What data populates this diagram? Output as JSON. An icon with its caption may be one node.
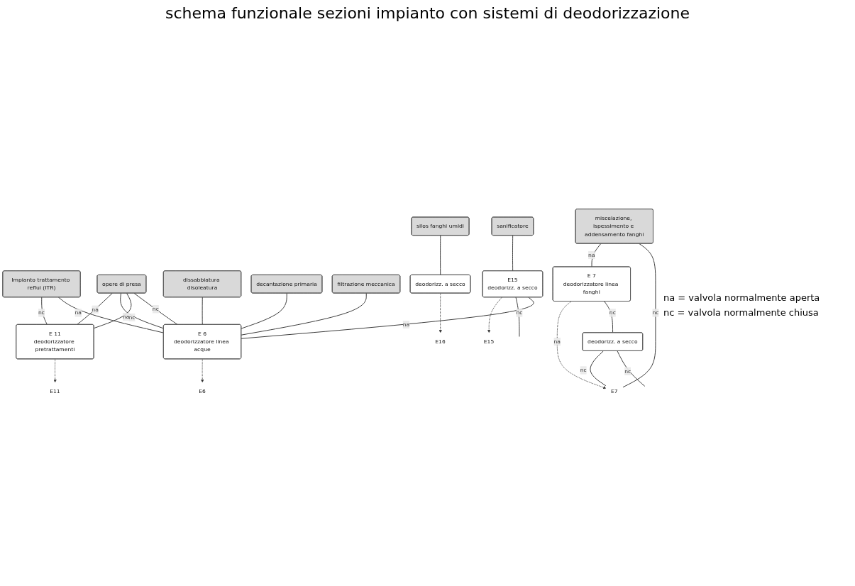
{
  "diagram": {
    "title": "schema funzionale sezioni impianto con sistemi di deodorizzazione",
    "nodes": [
      {
        "text": [
          "Impianto trattamento reflui (ITR)"
        ]
      },
      {
        "text": [
          "opere di presa"
        ]
      },
      {
        "text": [
          "dissabbiatura disoleatura"
        ]
      },
      {
        "text": [
          "decantazione primaria"
        ]
      },
      {
        "text": [
          "filtrazione meccanica"
        ]
      },
      {
        "text": [
          "sanificatore"
        ]
      },
      {
        "text": [
          "E15",
          "deodorizz. a secco"
        ]
      },
      {
        "text": [
          "silos fanghi umidi"
        ]
      },
      {
        "text": [
          "deodorizz. a secco"
        ]
      },
      {
        "text": [
          "E16"
        ]
      },
      {
        "text": [
          "E15"
        ]
      },
      {
        "text": [
          "E 11",
          "deodorizzatore pretrattamenti"
        ]
      },
      {
        "text": [
          "E 6",
          "deodorizzatore linea acque"
        ]
      },
      {
        "text": [
          "E11"
        ]
      },
      {
        "text": [
          "E6"
        ]
      },
      {
        "text": [
          "E 7",
          "deodorizzatore linea fanghi"
        ]
      },
      {
        "text": [
          "miscelazione, ispessimento e addensamento fanghi"
        ]
      },
      {
        "text": [
          "deodorizz. a secco"
        ]
      },
      {
        "text": [
          "E7"
        ]
      }
    ],
    "edges": [
      {
        "from": 7,
        "to": 8,
        "arrow": "none"
      },
      {
        "from": 8,
        "to": 9,
        "arrow": "to",
        "style": "dashed"
      },
      {
        "from": 5,
        "to": 6,
        "arrow": "none"
      },
      {
        "from": 6,
        "to": 10,
        "arrow": "to",
        "style": "dashed"
      },
      {
        "from": 6,
        "to": null,
        "arrow": "none",
        "label": "nc"
      },
      {
        "from": 0,
        "to": 11,
        "arrow": "none",
        "label": "nc"
      },
      {
        "from": 0,
        "to": 12,
        "arrow": "none",
        "label": "na"
      },
      {
        "from": 1,
        "to": 11,
        "arrow": "none",
        "label": "na"
      },
      {
        "from": 1,
        "to": 12,
        "arrow": "none",
        "label": "nc"
      },
      {
        "from": 1,
        "to": 11,
        "arrow": "none",
        "label": "na"
      },
      {
        "from": 1,
        "to": 12,
        "arrow": "none",
        "label": "nc"
      },
      {
        "from": 2,
        "to": 12,
        "arrow": "none"
      },
      {
        "from": 3,
        "to": 12,
        "arrow": "none"
      },
      {
        "from": 4,
        "to": 12,
        "arrow": "none"
      },
      {
        "from": 6,
        "to": 12,
        "arrow": "none",
        "label": "na"
      },
      {
        "from": 11,
        "to": 13,
        "arrow": "to",
        "style": "dashed"
      },
      {
        "from": 12,
        "to": 14,
        "arrow": "to",
        "style": "dashed"
      },
      {
        "from": 16,
        "to": 15,
        "arrow": "none",
        "label": "na"
      },
      {
        "from": 16,
        "to": 18,
        "arrow": "none",
        "label": "nc"
      },
      {
        "from": 15,
        "to": 18,
        "arrow": "to",
        "style": "dashed",
        "label": "na"
      },
      {
        "from": 15,
        "to": 17,
        "arrow": "none",
        "label": "nc"
      },
      {
        "from": 17,
        "to": 18,
        "arrow": "none",
        "label": "nc"
      },
      {
        "from": 17,
        "to": null,
        "arrow": "none",
        "label": "nc"
      }
    ],
    "labels": [
      "na = valvola normalmente aperta",
      "nc = valvola normalmente chiusa"
    ]
  }
}
